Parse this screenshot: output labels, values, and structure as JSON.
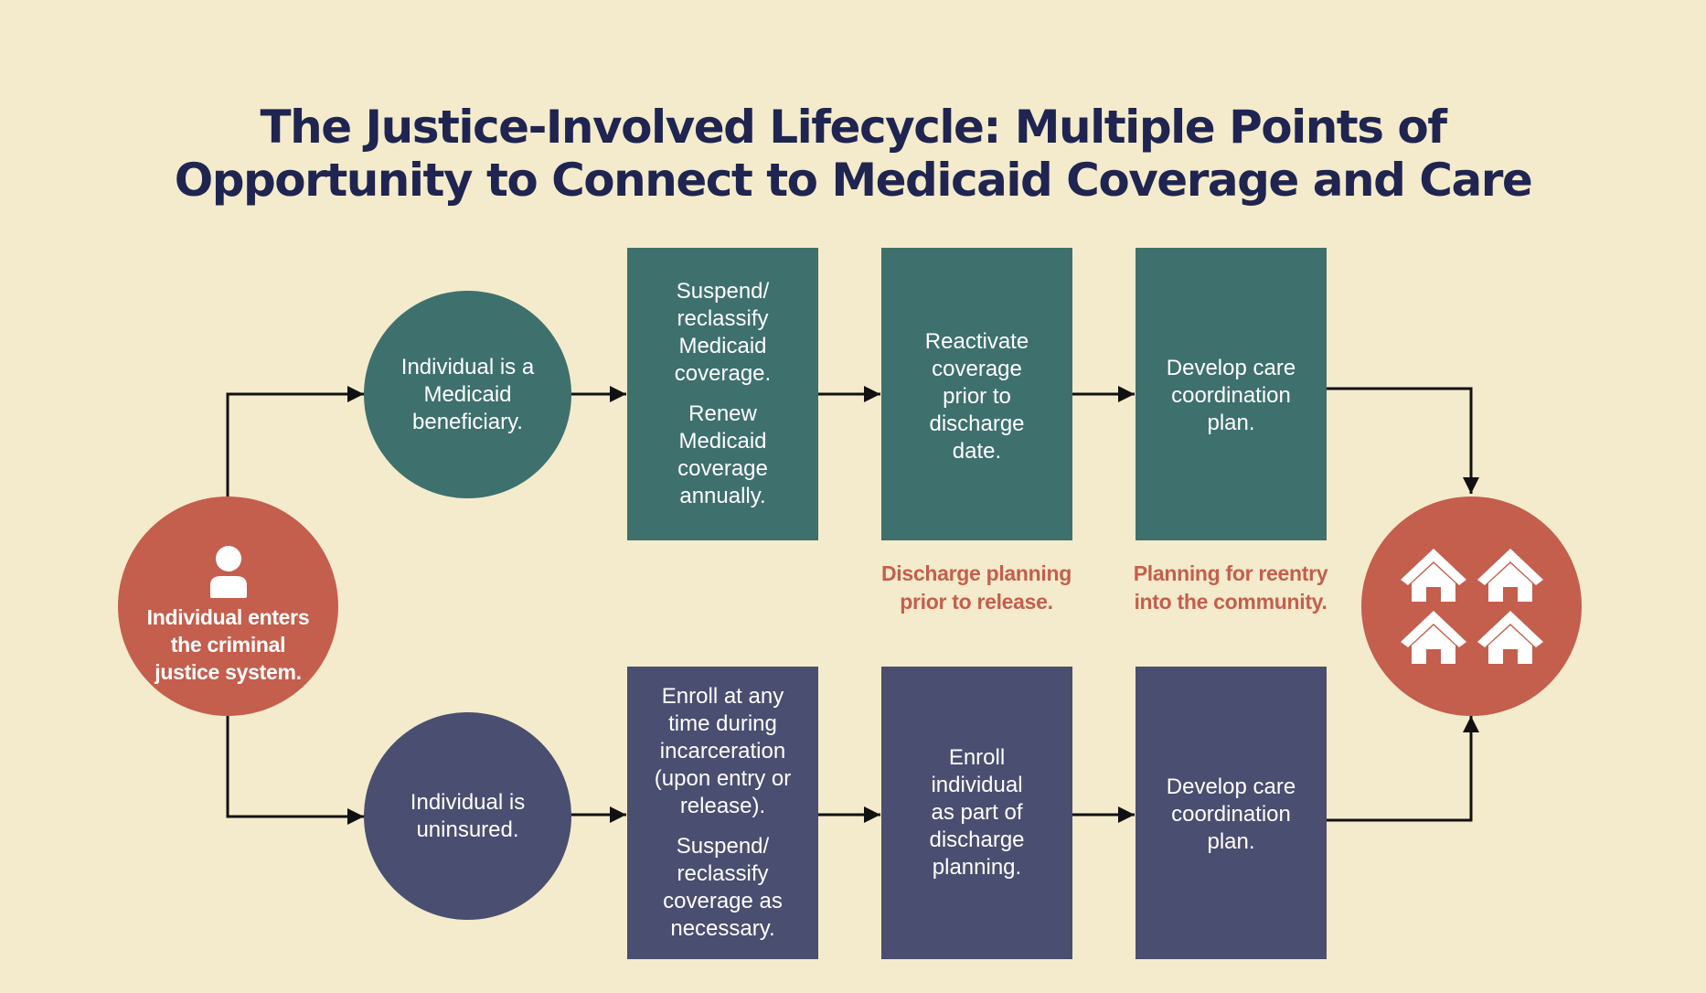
{
  "title": {
    "line1": "The Justice-Involved Lifecycle: Multiple Points of",
    "line2": "Opportunity to Connect to Medicaid Coverage and Care"
  },
  "start": {
    "icon": "person-icon",
    "label": "Individual enters the criminal justice system."
  },
  "top_path": {
    "circle": "Individual is a Medicaid beneficiary.",
    "step1": [
      "Suspend/ reclassify Medicaid coverage.",
      "Renew Medicaid coverage annually."
    ],
    "step2": "Reactivate coverage prior to discharge date.",
    "step3": "Develop care coordination plan."
  },
  "bottom_path": {
    "circle": "Individual is uninsured.",
    "step1": [
      "Enroll at any time during incarceration (upon entry or release).",
      "Suspend/ reclassify coverage as necessary."
    ],
    "step2": "Enroll individual as part of discharge planning.",
    "step3": "Develop care coordination plan."
  },
  "captions": {
    "discharge": "Discharge planning prior to release.",
    "reentry": "Planning for reentry into the community."
  },
  "end": {
    "icon": "houses-icon"
  },
  "colors": {
    "background": "#f3ebcb",
    "title": "#1f2450",
    "teal": "#3e706e",
    "navy": "#4a4e70",
    "red": "#c45e4d"
  }
}
